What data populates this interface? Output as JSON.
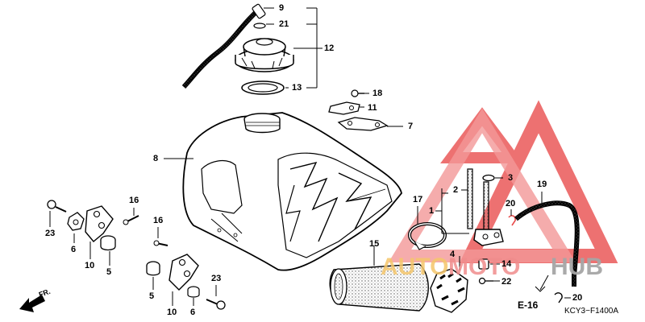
{
  "callouts": {
    "c9": "9",
    "c21a": "21",
    "c12": "12",
    "c13": "13",
    "c18": "18",
    "c11": "11",
    "c7": "7",
    "c8": "8",
    "c3": "3",
    "c2": "2",
    "c1": "1",
    "c17": "17",
    "c19": "19",
    "c20a": "20",
    "c16a": "16",
    "c16b": "16",
    "c23a": "23",
    "c6a": "6",
    "c10a": "10",
    "c5a": "5",
    "c15": "15",
    "c4": "4",
    "c14": "14",
    "c22": "22",
    "c5b": "5",
    "c10b": "10",
    "c6b": "6",
    "c23b": "23",
    "c20b": "20"
  },
  "reference": {
    "label": "E-16"
  },
  "diagram_code": "KCY3−F1400A",
  "front_marker": "FR.",
  "watermark": {
    "part1": "AUTO",
    "part2": "MOTO",
    "part3": "HUB"
  },
  "colors": {
    "watermark_red": "#e83a3a",
    "watermark_yellow": "#f4b942",
    "watermark_grey": "#9a9a9a"
  },
  "icons": {
    "front": "arrow-front-icon",
    "logo": "triangle-logo-icon"
  }
}
